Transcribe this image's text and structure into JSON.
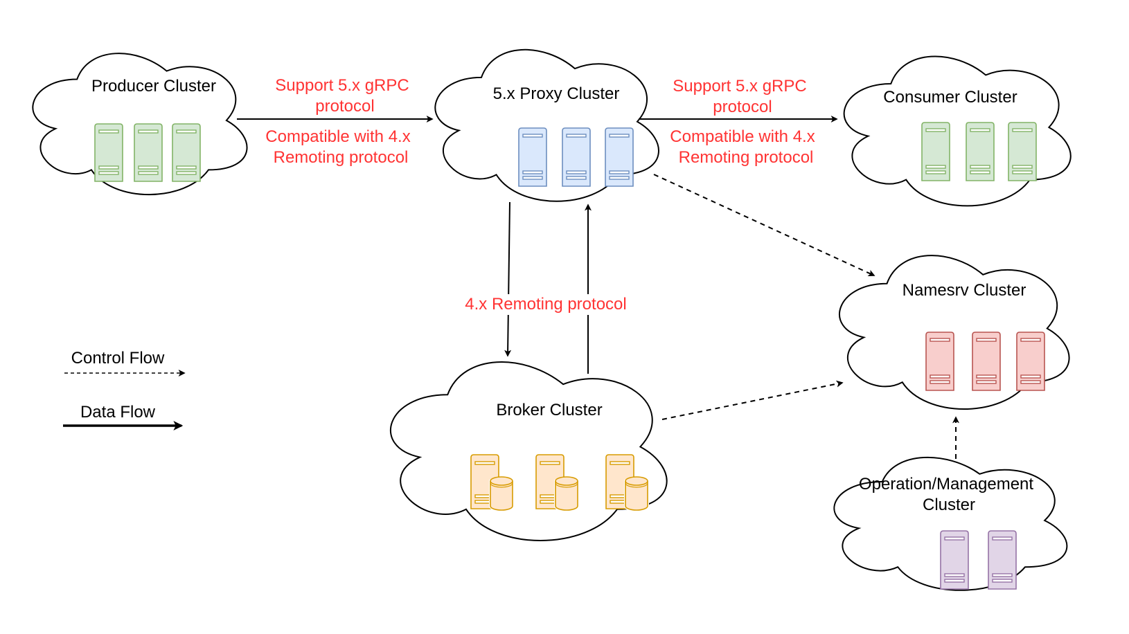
{
  "diagram": {
    "nodes": {
      "producer": {
        "label": "Producer Cluster",
        "server_count": 3,
        "fill": "#d5e8d4",
        "stroke": "#82b366"
      },
      "proxy": {
        "label": "5.x Proxy Cluster",
        "server_count": 3,
        "fill": "#dae8fc",
        "stroke": "#6c8ebf"
      },
      "consumer": {
        "label": "Consumer Cluster",
        "server_count": 3,
        "fill": "#d5e8d4",
        "stroke": "#82b366"
      },
      "namesrv": {
        "label": "Namesrv Cluster",
        "server_count": 3,
        "fill": "#f8cecc",
        "stroke": "#b85450"
      },
      "broker": {
        "label": "Broker Cluster",
        "server_count": 3,
        "fill": "#ffe6cc",
        "stroke": "#d79b00"
      },
      "ops": {
        "label_line1": "Operation/Management",
        "label_line2": "Cluster",
        "server_count": 2,
        "fill": "#e1d5e7",
        "stroke": "#9673a6"
      }
    },
    "edge_labels": {
      "producer_proxy_top_1": "Support 5.x gRPC",
      "producer_proxy_top_2": "protocol",
      "producer_proxy_bottom_1": "Compatible with 4.x",
      "producer_proxy_bottom_2": "Remoting protocol",
      "proxy_consumer_top_1": "Support 5.x gRPC",
      "proxy_consumer_top_2": "protocol",
      "proxy_consumer_bottom_1": "Compatible with 4.x",
      "proxy_consumer_bottom_2": "Remoting protocol",
      "proxy_broker": "4.x Remoting protocol"
    },
    "legend": {
      "control_flow": "Control Flow",
      "data_flow": "Data Flow"
    },
    "colors": {
      "protocol_text": "#ff3333",
      "line": "#000000"
    }
  }
}
